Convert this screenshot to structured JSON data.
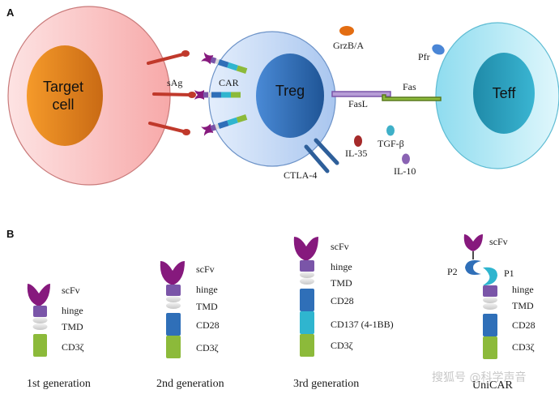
{
  "panel_a": {
    "label": "A",
    "target_cell": {
      "nucleus_label_line1": "Target",
      "nucleus_label_line2": "cell"
    },
    "treg": {
      "label": "Treg"
    },
    "teff": {
      "label": "Teff"
    },
    "labels": {
      "sag": "sAg",
      "car": "CAR",
      "grzb": "GrzB/A",
      "pfr": "Pfr",
      "fasl": "FasL",
      "fas": "Fas",
      "il35": "IL-35",
      "tgfb": "TGF-β",
      "il10": "IL-10",
      "ctla4": "CTLA-4"
    }
  },
  "panel_b": {
    "label": "B",
    "generations": [
      {
        "name": "1st generation",
        "domains": [
          "scFv",
          "hinge",
          "TMD",
          "CD3ζ"
        ]
      },
      {
        "name": "2nd generation",
        "domains": [
          "scFv",
          "hinge",
          "TMD",
          "CD28",
          "CD3ζ"
        ]
      },
      {
        "name": "3rd generation",
        "domains": [
          "scFv",
          "hinge",
          "TMD",
          "CD28",
          "CD137 (4-1BB)",
          "CD3ζ"
        ]
      },
      {
        "name": "UniCAR",
        "domains": [
          "scFv",
          "P2",
          "P1",
          "hinge",
          "TMD",
          "CD28",
          "CD3ζ"
        ]
      }
    ]
  },
  "colors": {
    "target_cell": "#f7b5b5",
    "target_nucleus": "#e8801f",
    "treg_cell": "#c9dcf6",
    "treg_nucleus": "#2f6db6",
    "teff_cell": "#a9e6f3",
    "teff_nucleus": "#2a9fbf",
    "scfv": "#86197d",
    "hinge": "#7a55a8",
    "tmd": "#d8d8d8",
    "cd28": "#2f6fb8",
    "cd137": "#2fb5cf",
    "cd3z": "#8cba3a",
    "sag": "#c0392b",
    "grzb": "#e36d12",
    "pfr": "#4a86d6",
    "fasl": "#9b7fc0",
    "fas": "#6b8c2a",
    "il35": "#a52a2a",
    "tgfb": "#3fb0c8",
    "il10": "#8a63b3",
    "ctla4": "#2e5f9a"
  },
  "watermark": "搜狐号 @科学声音"
}
